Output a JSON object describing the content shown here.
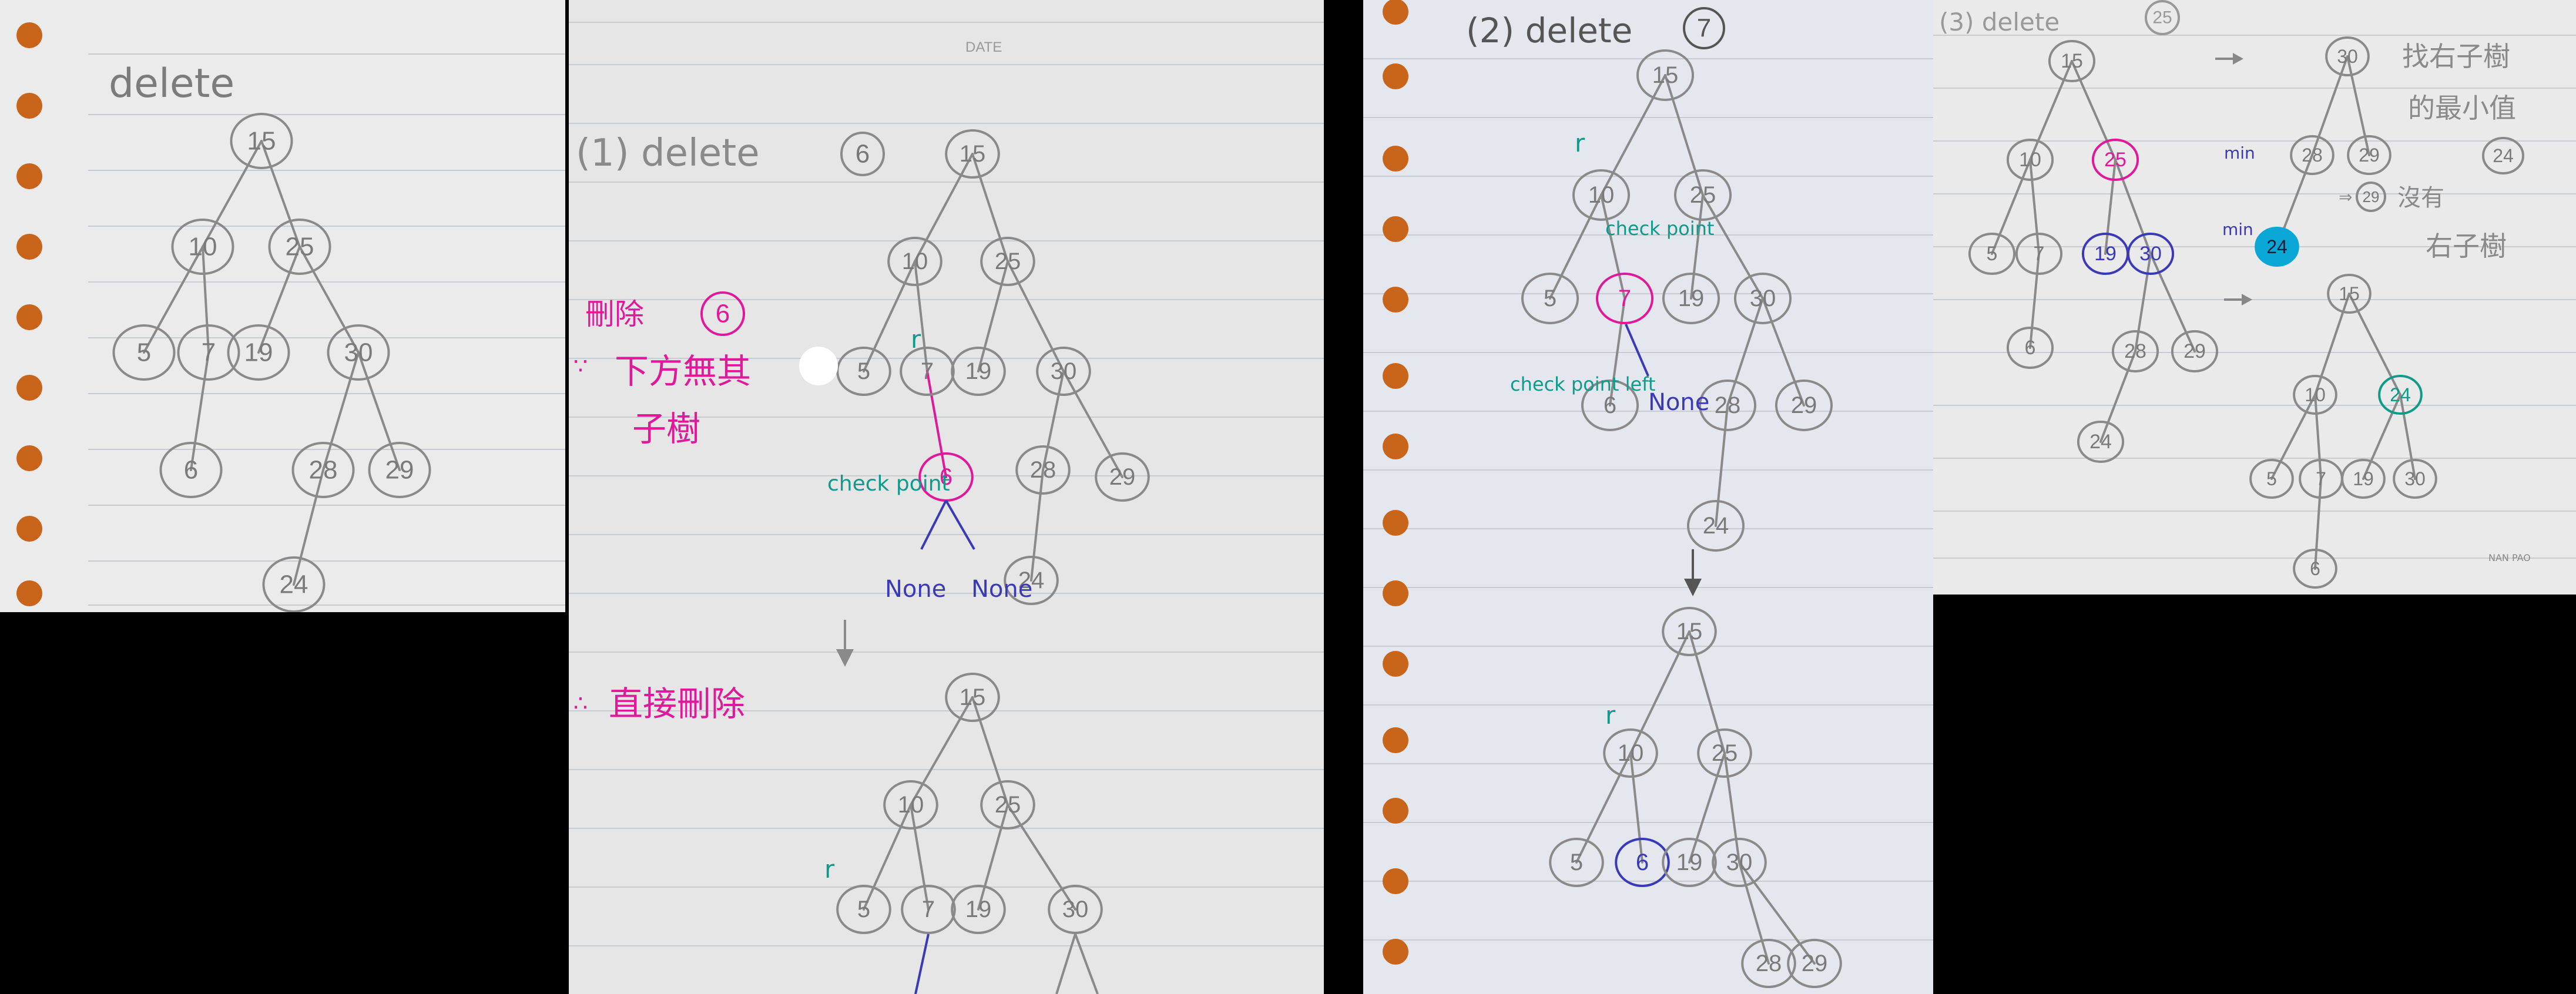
{
  "colors": {
    "paper": "#ececec",
    "paper_blue": "#e4e8ee",
    "rule": "#c8ccd0",
    "pencil": "#8a8a8a",
    "pink": "#e0189a",
    "teal": "#0f9a8a",
    "blue": "#3a3ab8",
    "cyan_fill": "#0aa6d6",
    "hole": "#c8651a"
  },
  "panel1": {
    "title": "delete",
    "nodes": [
      "15",
      "10",
      "25",
      "5",
      "7",
      "19",
      "30",
      "6",
      "28",
      "29",
      "24"
    ]
  },
  "panel2": {
    "header_date": "DATE",
    "step": "(1) delete",
    "step_target": "6",
    "note_line1": "刪除",
    "note_target": "6",
    "note_line2": "下方無其",
    "note_line3": "子樹",
    "conclusion": "直接刪除",
    "marker_r": "r",
    "check_label": "check point",
    "none_left": "None",
    "none_right": "None",
    "tree_top": [
      "15",
      "10",
      "25",
      "5",
      "7",
      "19",
      "30",
      "6",
      "28",
      "29",
      "24"
    ],
    "tree_bottom": [
      "15",
      "10",
      "25",
      "5",
      "7",
      "19",
      "30"
    ]
  },
  "panel3": {
    "step": "(2) delete",
    "step_target": "7",
    "marker_r": "r",
    "check_label": "check point",
    "check_left_label": "check point left",
    "none_label": "None",
    "tree_top": [
      "15",
      "10",
      "25",
      "5",
      "7",
      "19",
      "30",
      "6",
      "28",
      "29",
      "24"
    ],
    "tree_bottom": [
      "15",
      "10",
      "25",
      "5",
      "6",
      "19",
      "30",
      "28",
      "29"
    ]
  },
  "panel4": {
    "step": "(3) delete",
    "step_target": "25",
    "note_a1": "找右子樹",
    "note_a2": "的最小值",
    "note_b1": "29",
    "note_b2": "沒有",
    "note_b3": "右子樹",
    "min_label": "min",
    "footer": "NAN PAO",
    "tree_a": [
      "15",
      "10",
      "25",
      "5",
      "7",
      "19",
      "30",
      "6",
      "28",
      "29",
      "24"
    ],
    "tree_b": [
      "30",
      "28",
      "29",
      "24"
    ],
    "tree_c": [
      "15",
      "10",
      "24",
      "5",
      "7",
      "19",
      "30",
      "6"
    ]
  }
}
